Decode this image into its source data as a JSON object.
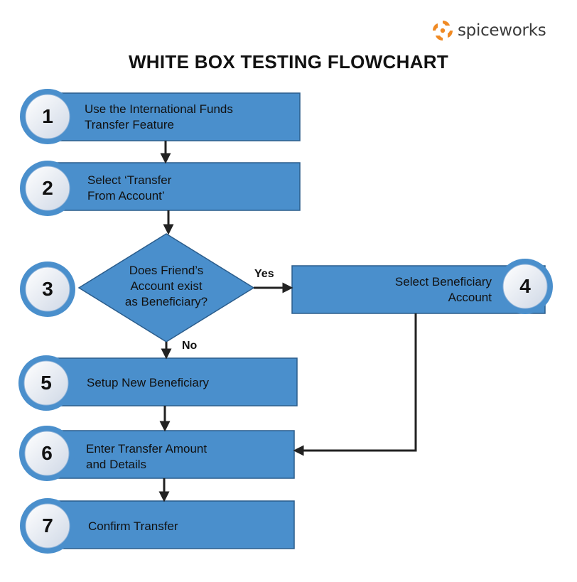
{
  "brand": {
    "logo_text": "spiceworks",
    "accent_color": "#f08a24"
  },
  "title": "WHITE BOX TESTING FLOWCHART",
  "colors": {
    "box_fill": "#4a8fcc",
    "box_border": "#2b5d8c",
    "arrow": "#222222"
  },
  "steps": [
    {
      "num": "1",
      "line1": "Use the International Funds",
      "line2": "Transfer Feature"
    },
    {
      "num": "2",
      "line1": "Select ‘Transfer",
      "line2": "From Account’"
    },
    {
      "num": "3",
      "line1": "Does Friend’s",
      "line2": "Account exist",
      "line3": "as Beneficiary?"
    },
    {
      "num": "4",
      "line1": "Select Beneficiary",
      "line2": "Account"
    },
    {
      "num": "5",
      "line1": "Setup New Beneficiary"
    },
    {
      "num": "6",
      "line1": "Enter Transfer Amount",
      "line2": "and Details"
    },
    {
      "num": "7",
      "line1": "Confirm Transfer"
    }
  ],
  "branch": {
    "yes": "Yes",
    "no": "No"
  }
}
